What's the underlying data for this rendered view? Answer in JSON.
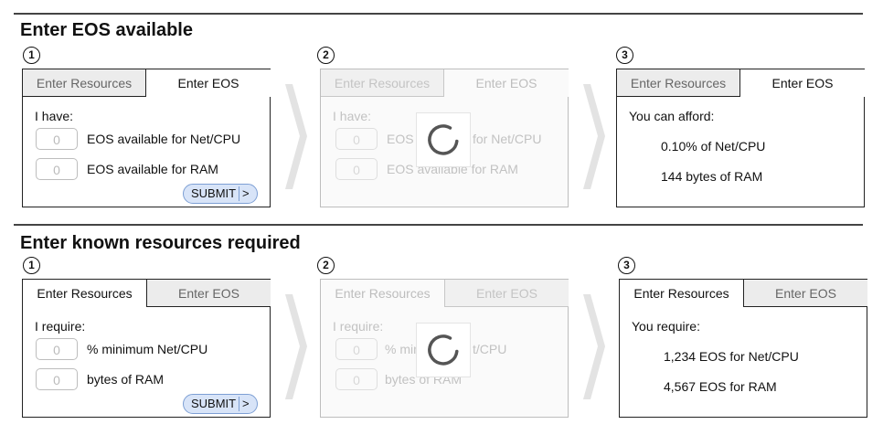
{
  "section1": {
    "title": "Enter EOS available",
    "steps": [
      "1",
      "2",
      "3"
    ],
    "tabs": {
      "resources": "Enter Resources",
      "eos": "Enter EOS"
    },
    "input_panel": {
      "prompt": "I have:",
      "rows": [
        {
          "value": "0",
          "label": "EOS available for Net/CPU"
        },
        {
          "value": "0",
          "label": "EOS available for RAM"
        }
      ],
      "submit_label": "SUBMIT",
      "submit_chevron": ">"
    },
    "loading_panel": {
      "prompt": "I have:",
      "rows": [
        {
          "value": "0",
          "label_left": "EOS",
          "label_right": "for Net/CPU"
        },
        {
          "value": "0",
          "label": "EOS available for RAM"
        }
      ]
    },
    "result_panel": {
      "prompt": "You can afford:",
      "lines": [
        "0.10% of Net/CPU",
        "144 bytes of RAM"
      ]
    }
  },
  "section2": {
    "title": "Enter known resources required",
    "steps": [
      "1",
      "2",
      "3"
    ],
    "tabs": {
      "resources": "Enter Resources",
      "eos": "Enter EOS"
    },
    "input_panel": {
      "prompt": "I require:",
      "rows": [
        {
          "value": "0",
          "label": "% minimum Net/CPU"
        },
        {
          "value": "0",
          "label": "bytes of RAM"
        }
      ],
      "submit_label": "SUBMIT",
      "submit_chevron": ">"
    },
    "loading_panel": {
      "prompt": "I require:",
      "rows": [
        {
          "value": "0",
          "label_left": "% min",
          "label_right": "t/CPU"
        },
        {
          "value": "0",
          "label": "bytes of RAM"
        }
      ]
    },
    "result_panel": {
      "prompt": "You require:",
      "lines": [
        "1,234 EOS for Net/CPU",
        "4,567 EOS for RAM"
      ]
    }
  },
  "colors": {
    "chevron": "#e3e3e3",
    "submit_fill": "#d8e4f8",
    "submit_border": "#7d9fd4",
    "spinner": "#555555"
  },
  "icons": {
    "flow": "chevron-right-icon",
    "loading": "spinner-icon"
  }
}
